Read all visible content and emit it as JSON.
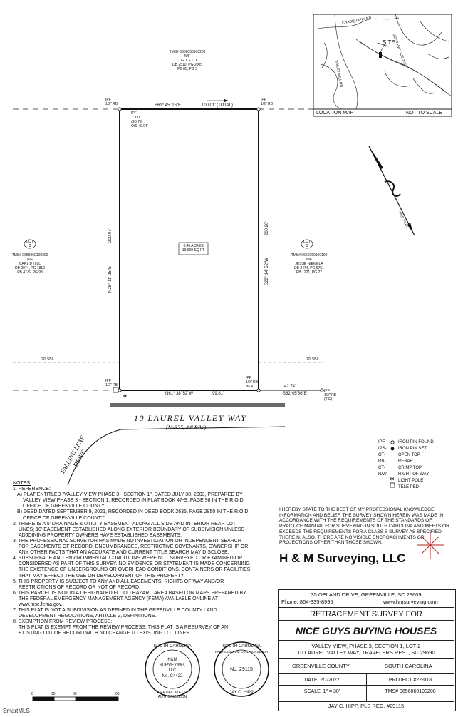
{
  "location_map": {
    "label": "LOCATION MAP",
    "scale": "NOT TO SCALE",
    "site": "SITE",
    "roads": [
      "CHASQUAPIN RD",
      "BAILEY MILL RD",
      "GEER HWY (US 276)"
    ]
  },
  "north_arrow": {
    "label": "REF. PLAT"
  },
  "parcel_top": {
    "tms": "TMS# 0656030100200",
    "nf": "N/F",
    "owner": "LJ GOLF LLC",
    "db": "DB 2510, PG 2005",
    "pb": "PB 85, PG 3"
  },
  "parcel_left": {
    "lot": "LOT",
    "lot_num": "3",
    "tms": "TMS# 0656060100300",
    "nf": "N/F",
    "owner": "CARL D HILL",
    "db": "DB 2074, PG 1819",
    "pb": "PB 47-S, PG 98"
  },
  "parcel_right": {
    "lot": "LOT",
    "lot_num": "1",
    "tms": "TMS# 0656060100100",
    "nf": "N/F",
    "owner": "JESSE NIEMELA",
    "db": "DB 2474, PG 5751",
    "pb": "PB 1221, PG 27"
  },
  "lot": {
    "area": "0.46 ACRES",
    "sqft": "19,999 SQ FT"
  },
  "bearings": {
    "top": "S61° 45' 16\"E",
    "top_dist": "100.01' (TOTAL)",
    "left": "N28° 11' 25\"E",
    "left_dist": "200.07'",
    "right": "S28° 14' 52\"W",
    "right_dist": "200.26'",
    "bottom": "N61° 38' 52\"W",
    "bottom_dist": "99.81'",
    "tie": "S62°05'36\"E",
    "tie_dist": "42.74'"
  },
  "pins": {
    "tl_outer": [
      "IPF",
      "1/2\" RB"
    ],
    "tl_inner": [
      "IPF",
      "1\" OT",
      "@5.79'",
      "O/S +0.04'"
    ],
    "tr": [
      "IPF",
      "1/2\" RB"
    ],
    "bl": [
      "IPF",
      "1/2\" RB"
    ],
    "br": [
      "IPF",
      "1/2\" RB",
      "BENT"
    ],
    "tie": [
      "IPF",
      "1/2\" RB",
      "(TIE)"
    ]
  },
  "setback": "20' SBL",
  "road": {
    "name": "10 LAUREL VALLEY WAY",
    "sub": "(M-325, 44' R/W)",
    "side": "FALLING LEAF DRIVE"
  },
  "legend": [
    {
      "code": "IPF-",
      "desc": "IRON PIN FOUND"
    },
    {
      "code": "IPS-",
      "desc": "IRON PIN SET"
    },
    {
      "code": "OT-",
      "desc": "OPEN TOP"
    },
    {
      "code": "RB-",
      "desc": "REBAR"
    },
    {
      "code": "CT-",
      "desc": "CRIMP TOP"
    },
    {
      "code": "R/W-",
      "desc": "RIGHT OF WAY"
    },
    {
      "code": "",
      "desc": "LIGHT POLE"
    },
    {
      "code": "",
      "desc": "TELE PED"
    }
  ],
  "notes": [
    "NOTES:",
    "1. REFERENCE:",
    "   A) PLAT ENTITLED \"VALLEY VIEW PHASE 3 - SECTION 1\", DATED JULY 30, 2003, PREPARED BY",
    "       VALLEY VIEW PHASE 3 - SECTION 1, RECORDED IN PLAT BOOK 47-S, PAGE 98 IN THE R.O.D.",
    "       OFFICE OF GREENVILLE COUNTY.",
    "   B) DEED DATED SEPTEMBER 9, 2021, RECORDED IN DEED BOOK 2635, PAGE 2850 IN THE R.O.D.",
    "       OFFICE OF GREENVILLE COUNTY.",
    "2. THERE IS A 5' DRAINAGE & UTILITY EASEMENT ALONG ALL SIDE AND INTERIOR REAR LOT",
    "    LINES; 10' EASEMENT ESTABLISHED ALONG EXTERIOR BOUNDARY OF SUBDIVISION UNLESS",
    "    ADJOINING PROPERTY OWNERS HAVE ESTABLISHED EASEMENTS.",
    "3. THE PROFESSIONAL SURVEYOR HAS MADE NO INVESTIGATION OR INDEPENDENT SEARCH",
    "    FOR EASEMENTS OF RECORD, ENCUMBRANCES, RESTRICTIVE COVENANTS, OWNERSHIP OR",
    "    ANY OTHER FACTS THAT AN ACCURATE AND CURRENT TITLE SEARCH MAY DISCLOSE.",
    "4. SUBSURFACE AND ENVIRONMENTAL CONDITIONS WERE NOT SURVEYED OR EXAMINED OR",
    "    CONSIDERED AS PART OF THIS SURVEY. NO EVIDENCE OR STATEMENT IS MADE CONCERNING",
    "    THE EXISTENCE OF UNDERGROUND OR OVERHEAD CONDITIONS, CONTAINERS OR FACILITIES",
    "    THAT MAY EFFECT THE USE OR DEVELOPMENT OF THIS PROPERTY.",
    "5. THIS PROPERTY IS SUBJECT TO ANY AND ALL EASEMENTS, RIGHTS OF WAY AND/OR",
    "    RESTRICTIONS OF RECORD OR NOT OF RECORD.",
    "6. THIS PARCEL IS NOT IN A DESIGNATED FLOOD HAZARD AREA BASED ON MAPS PREPARED BY",
    "    THE FEDERAL EMERGENCY MANAGEMENT AGENCY (FEMA) AVAILABLE ONLINE AT",
    "    www.msc.fema.gov.",
    "7. THIS PLAT IS NOT A SUBDIVISION AS DEFINED IN THE GREENVILLE COUNTY LAND",
    "    DEVELOPMENT REGULATIONS, ARTICLE 2, DEFINITIONS.",
    "8. EXEMPTION FROM REVIEW PROCESS:",
    "    THIS PLAT IS EXEMPT FROM THE REVIEW PROCESS. THIS PLAT IS A RESURVEY OF AN",
    "    EXISTING  LOT OF RECORD WITH NO CHANGE TO EXISTING LOT LINES."
  ],
  "statement": [
    "I HEREBY STATE TO THE BEST OF MY PROFESSIONAL KNOWLEDGE,",
    "INFORMATION AND BELIEF, THE SURVEY SHOWN HEREIN WAS MADE IN",
    "ACCORDANCE WITH THE REQUIREMENTS OF THE STANDARDS OF",
    "PRACTICE MANUAL FOR SURVEYING IN SOUTH CAROLINA AND MEETS OR",
    "EXCEEDS THE REQUIREMENTS FOR A CLASS B SURVEY AS SPECIFIED",
    "THEREIN. ALSO, THERE ARE NO VISIBLE ENCROACHMENTS OR",
    "PROJECTIONS OTHER THAN THOSE SHOWN."
  ],
  "company": {
    "name": "H & M Surveying, LLC",
    "address": "35 OELAND DRIVE, GREENVILLE, SC 29609",
    "phone": "Phone: 864-335-8995",
    "web": "www.hmsurveying.com"
  },
  "title_block": {
    "survey_type": "RETRACEMENT SURVEY FOR",
    "client": "NICE GUYS BUYING HOUSES",
    "desc1": "VALLEY VIEW, PHASE 3, SECTION 1, LOT 2",
    "desc2": "10 LAUREL VALLEY WAY, TRAVELERS REST, SC 29690",
    "county": "GREENVILLE COUNTY",
    "state": "SOUTH CAROLINA",
    "date": "DATE: 2/7/2022",
    "project": "PROJECT #22-018",
    "scale": "SCALE: 1\" = 30'",
    "tms": "TMS# 0656060100200",
    "surveyor": "JAY C. HIPP, PLS REG. #29115"
  },
  "seal_left": {
    "top": "SOUTH CAROLINA",
    "bottom": "CERTIFICATE OF AUTHORIZATION",
    "line1": "H&M",
    "line2": "SURVEYING,",
    "line3": "LLC",
    "line4": "No.  C4422"
  },
  "seal_right": {
    "top": "SOUTH CAROLINA",
    "ring": "PROFESSIONAL LAND SURVEYOR",
    "bottom": "JAY C. HIPP",
    "line1": "No.  29115"
  },
  "scale_bar": {
    "ticks": [
      "0",
      "15",
      "30",
      "60"
    ]
  },
  "watermark": "SmartMLS"
}
